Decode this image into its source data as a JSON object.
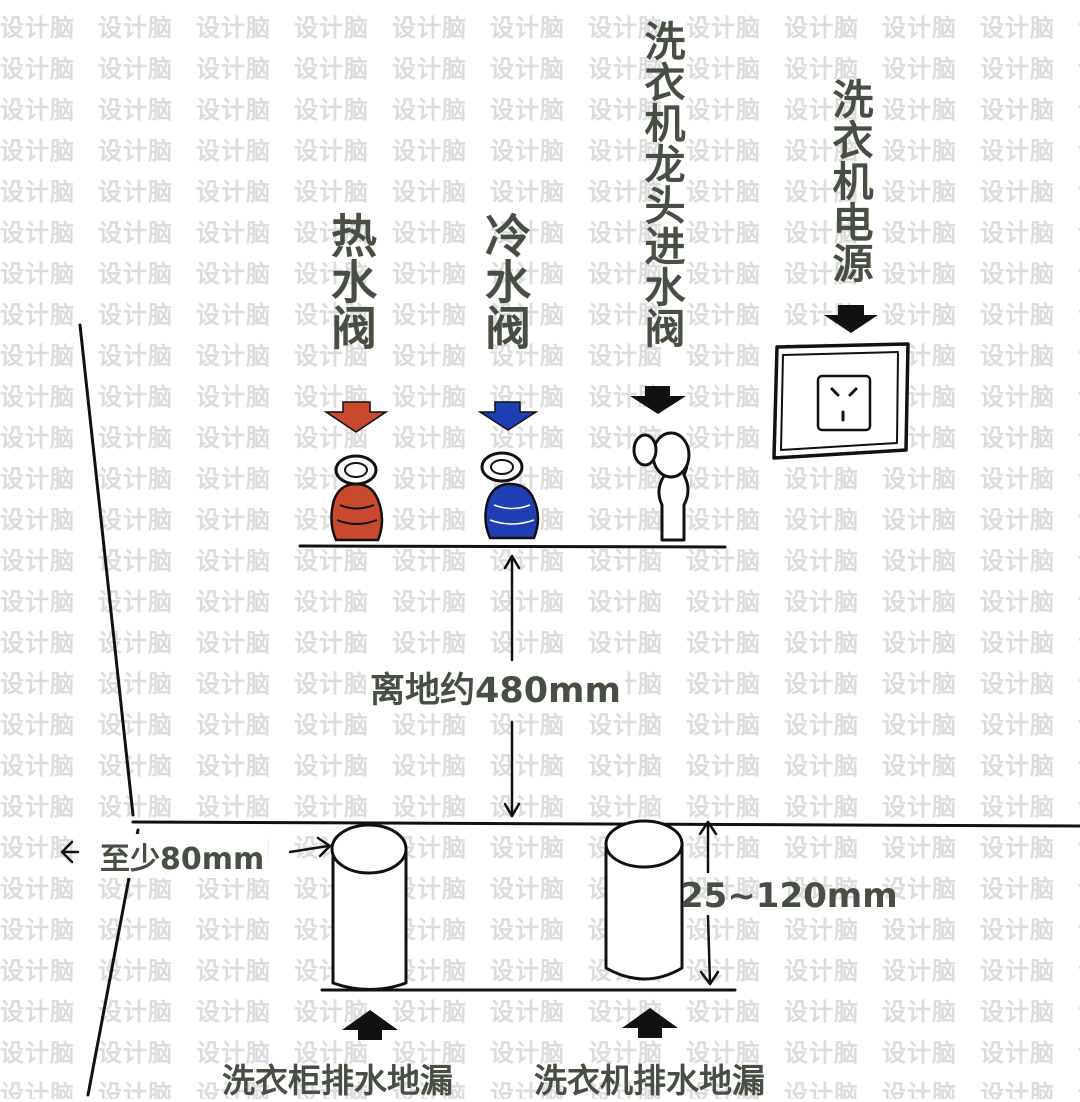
{
  "watermark": {
    "text": "设计脑"
  },
  "labels": {
    "hot_valve": "热水阀",
    "cold_valve": "冷水阀",
    "washer_tap": "洗衣机龙头进水阀",
    "washer_power": "洗衣机电源",
    "height_from_floor": "离地约480mm",
    "min_gap": "至少80mm",
    "drain_height": "25~120mm",
    "cabinet_drain": "洗衣柜排水地漏",
    "washer_drain": "洗衣机排水地漏"
  },
  "colors": {
    "hot": "#c8492d",
    "cold": "#1f3fb4",
    "ink": "#111111",
    "label": "#474f42",
    "watermark": "#dcdcdc"
  },
  "icons": {
    "hot_arrow": "down-arrow-icon",
    "cold_arrow": "down-arrow-icon",
    "tap_arrow": "down-arrow-icon",
    "power_arrow": "down-arrow-icon",
    "cabinet_drain_arrow": "up-arrow-icon",
    "washer_drain_arrow": "up-arrow-icon",
    "socket": "power-socket-icon"
  }
}
